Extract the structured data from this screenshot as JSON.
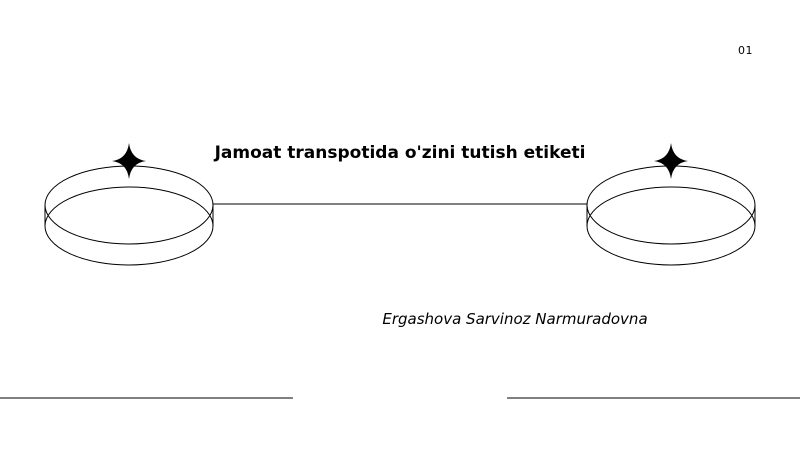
{
  "slide": {
    "page_number": "01",
    "title": "Jamoat transpotida o'zini tutish etiketi",
    "author": "Ergashova Sarvinoz Narmuradovna"
  },
  "decor": {
    "stroke_color": "#000000",
    "background": "#ffffff",
    "icons": [
      "sparkle-icon",
      "sparkle-icon"
    ]
  }
}
